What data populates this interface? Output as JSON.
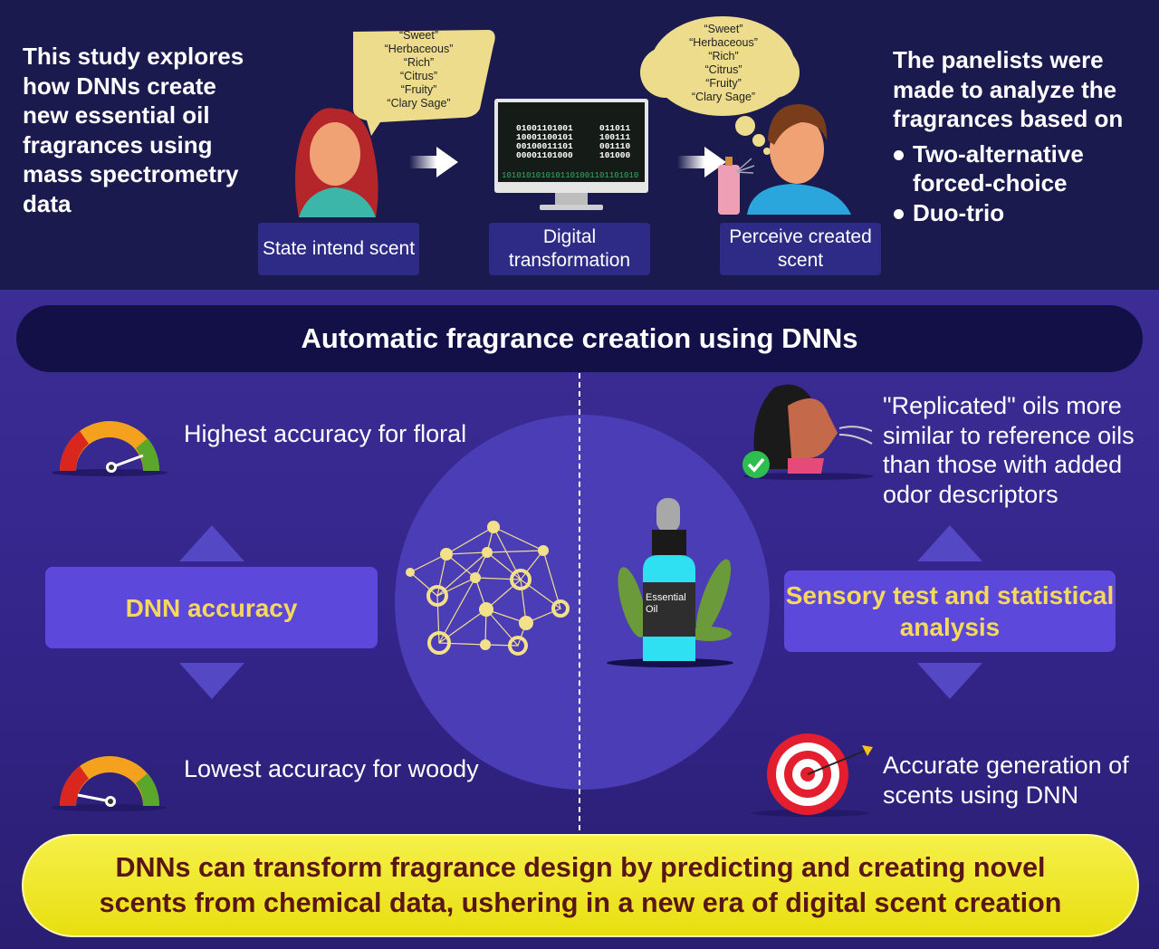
{
  "intro": "This study explores how DNNs create new essential oil fragrances using mass spectrometry data",
  "bubble_left": [
    "“Sweet”",
    "“Herbaceous”",
    "“Rich”",
    "“Citrus”",
    "“Fruity”",
    "“Clary Sage”"
  ],
  "bubble_right": [
    "“Sweet”",
    "“Herbaceous”",
    "“Rich”",
    "“Citrus”",
    "“Fruity”",
    "“Clary Sage”"
  ],
  "monitor": {
    "left": [
      "01001101001",
      "10001100101",
      "00100011101",
      "00001101000"
    ],
    "right": [
      "011011",
      "100111",
      "001110",
      "101000"
    ],
    "bottom": "1010101010101101001101101010"
  },
  "steps": [
    "State intend scent",
    "Digital transformation",
    "Perceive created scent"
  ],
  "panel": {
    "heading": "The panelists were made to analyze the fragrances based on",
    "items": [
      "Two-alternative forced-choice",
      "Duo-trio"
    ]
  },
  "title": "Automatic fragrance creation using DNNs",
  "left": {
    "top": "Highest accuracy for floral",
    "box": "DNN accuracy",
    "bottom": "Lowest accuracy for woody"
  },
  "right": {
    "top": "\"Replicated\" oils more similar to reference oils than those with added odor descriptors",
    "box": "Sensory test and statistical analysis",
    "bottom": "Accurate generation of scents using DNN"
  },
  "bottle_label": "Essential Oil",
  "conclusion": "DNNs can transform fragrance design by predicting and creating novel scents from chemical data, ushering in a new era of digital scent creation",
  "colors": {
    "top_bg": "#1b1a4e",
    "accent_yellow": "#f6d85c",
    "box": "#5c49dc",
    "conclusion": "#f0e82a"
  }
}
